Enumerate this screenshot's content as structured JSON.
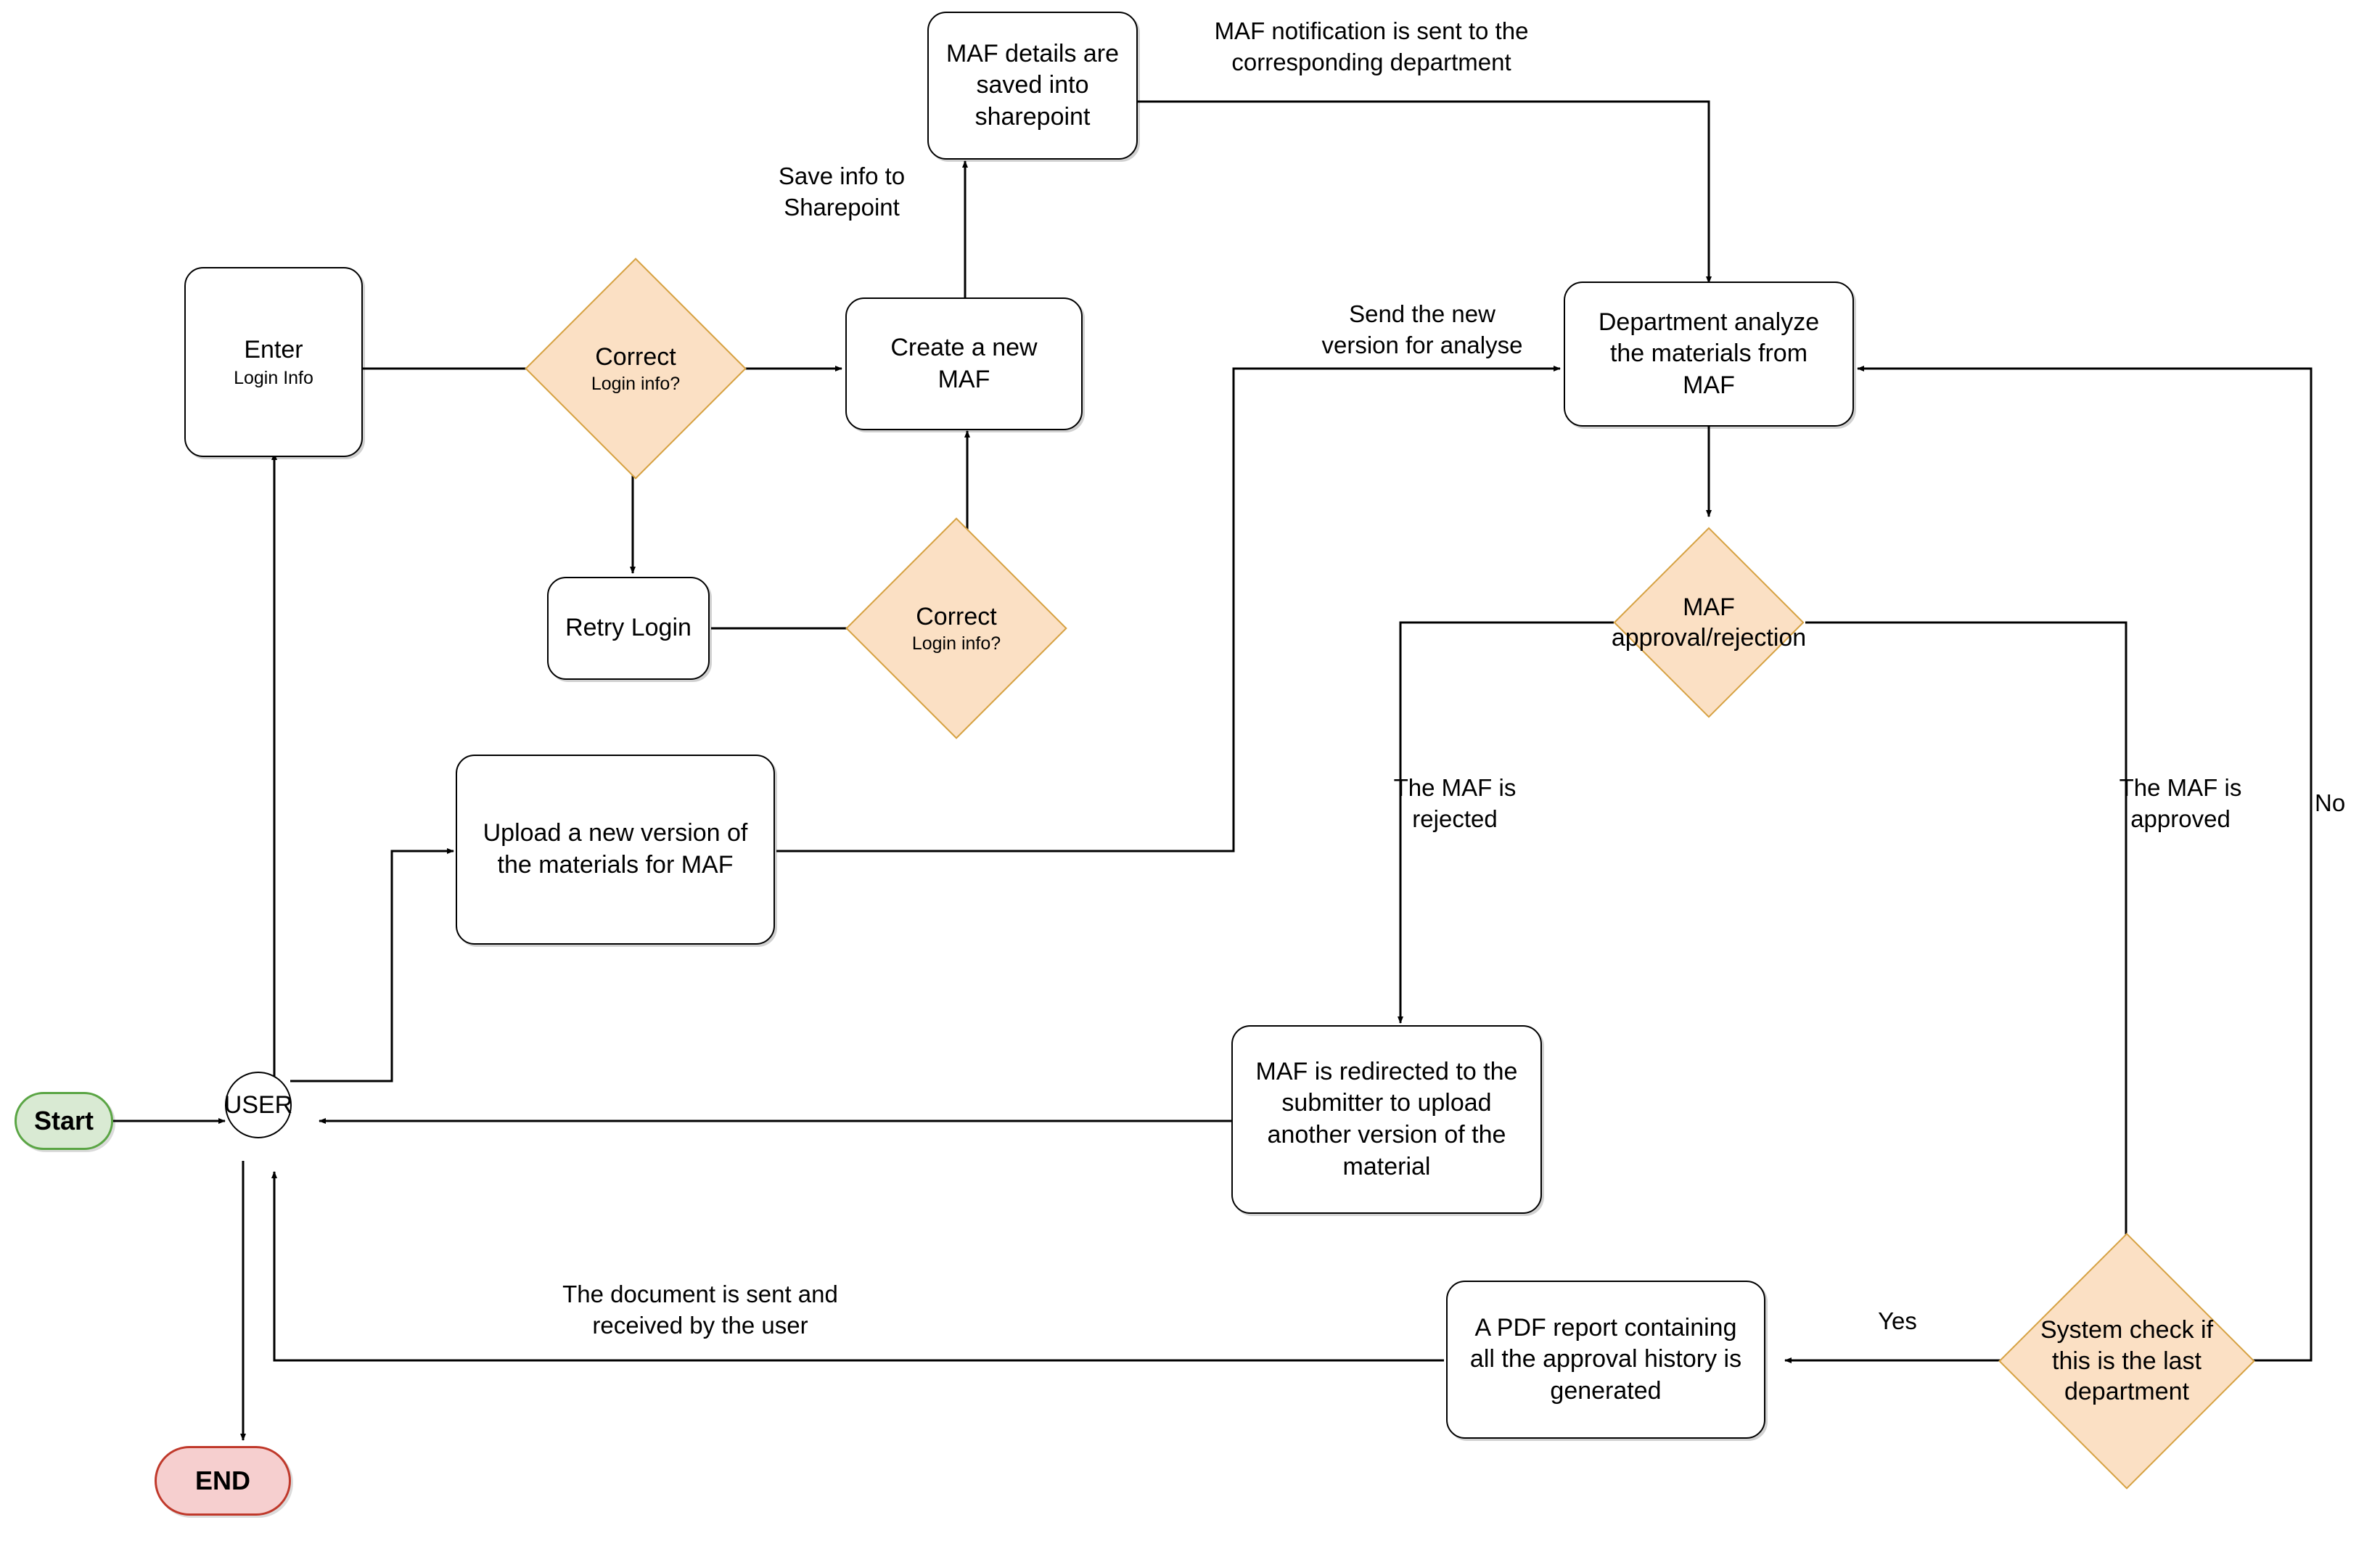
{
  "diagram": {
    "title": "MAF approval workflow flowchart",
    "colors": {
      "decision_fill": "#fbe0c4",
      "decision_stroke": "#d6a243",
      "start_fill": "#d9ead3",
      "start_stroke": "#5aa544",
      "end_fill": "#f6cfcf",
      "end_stroke": "#c0392b",
      "node_stroke": "#000000",
      "edge_stroke": "#000000",
      "background": "#ffffff"
    }
  },
  "nodes": {
    "start": {
      "label": "Start",
      "type": "terminal"
    },
    "user": {
      "label": "USER",
      "type": "circle"
    },
    "end": {
      "label": "END",
      "type": "terminal"
    },
    "enter_login": {
      "label": "Enter",
      "sublabel": "Login Info",
      "type": "process"
    },
    "correct_login_1": {
      "label": "Correct",
      "sublabel": "Login info?",
      "type": "decision"
    },
    "retry_login": {
      "label": "Retry Login",
      "type": "process"
    },
    "correct_login_2": {
      "label": "Correct",
      "sublabel": "Login info?",
      "type": "decision"
    },
    "create_maf": {
      "line1": "Create a new",
      "line2": "MAF",
      "type": "process"
    },
    "maf_saved": {
      "line1": "MAF details are",
      "line2": "saved into",
      "line3": "sharepoint",
      "type": "process"
    },
    "department_analyze": {
      "line1": "Department analyze",
      "line2": "the materials from",
      "line3": "MAF",
      "type": "process"
    },
    "maf_approval": {
      "line1": "MAF",
      "line2": "approval/rejection",
      "type": "decision"
    },
    "upload_new_version": {
      "line1": "Upload a new version of",
      "line2": "the materials for MAF",
      "type": "process"
    },
    "maf_redirected": {
      "line1": "MAF is redirected to the",
      "line2": "submitter to upload",
      "line3": "another version of the",
      "line4": "material",
      "type": "process"
    },
    "pdf_report": {
      "line1": "A PDF report containing",
      "line2": "all the approval history is",
      "line3": "generated",
      "type": "process"
    },
    "system_check_last_dept": {
      "line1": "System check if",
      "line2": "this is the last",
      "line3": "department",
      "type": "decision"
    }
  },
  "edge_labels": {
    "save_info_sharepoint": "Save info to\nSharepoint",
    "maf_notification": "MAF notification is sent to the\ncorresponding department",
    "send_new_version": "Send the new\nversion for analyse",
    "maf_rejected": "The MAF is\nrejected",
    "maf_approved": "The MAF is\napproved",
    "no": "No",
    "yes": "Yes",
    "document_sent": "The document is sent and\nreceived by the user"
  }
}
